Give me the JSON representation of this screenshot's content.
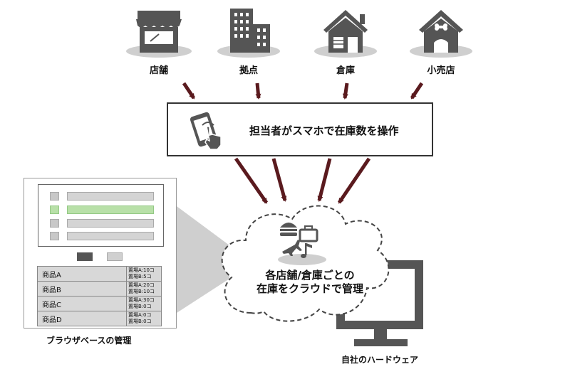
{
  "locations": [
    {
      "label": "店舗",
      "icon": "store-icon"
    },
    {
      "label": "拠点",
      "icon": "building-icon"
    },
    {
      "label": "倉庫",
      "icon": "warehouse-icon"
    },
    {
      "label": "小売店",
      "icon": "pet-shop-icon"
    }
  ],
  "phone_box": {
    "text": "担当者がスマホで在庫数を操作",
    "icon": "smartphone-tap-icon"
  },
  "cloud": {
    "line1": "各店舗/倉庫ごとの",
    "line2": "在庫をクラウドで管理"
  },
  "browser": {
    "caption": "ブラウザベースの管理",
    "products": [
      {
        "name": "商品A",
        "qty1": "置場A:10コ",
        "qty2": "置場B:5コ"
      },
      {
        "name": "商品B",
        "qty1": "置場A:20コ",
        "qty2": "置場B:10コ"
      },
      {
        "name": "商品C",
        "qty1": "置場A:30コ",
        "qty2": "置場B:0コ"
      },
      {
        "name": "商品D",
        "qty1": "置場A:0コ",
        "qty2": "置場B:0コ"
      }
    ]
  },
  "hardware": {
    "caption": "自社のハードウェア",
    "icon": "monitor-icon"
  },
  "colors": {
    "arrow": "#5a1a1e",
    "icon_gray": "#555555",
    "shadow": "#cccccc",
    "highlight": "#b8e0a8"
  }
}
